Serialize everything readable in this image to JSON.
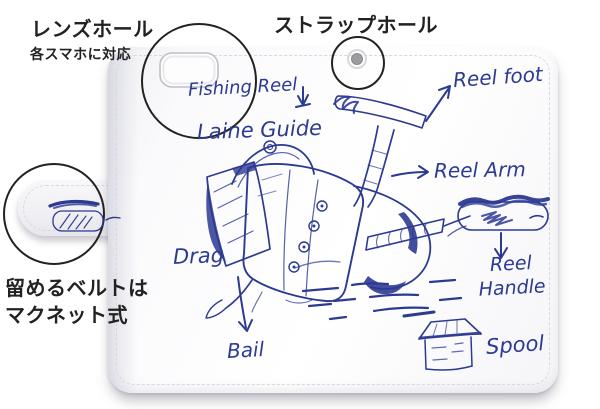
{
  "product_annotations": {
    "lens_hole_title": "レンズホール",
    "lens_hole_subtitle": "各スマホに対応",
    "strap_hole_title": "ストラップホール",
    "belt_note_line1": "留めるベルトは",
    "belt_note_line2": "マクネット式"
  },
  "sketch_labels": {
    "title": "Fishing Reel",
    "line_guide": "Laine Guide",
    "reel_foot": "Reel foot",
    "reel_arm": "Reel Arm",
    "reel_handle": "Reel\nHandle",
    "drag": "Drag",
    "bail": "Bail",
    "spool": "Spool"
  },
  "colors": {
    "ink": "#2c3a92",
    "annotation": "#222222",
    "case_surface": "#fbfbfd",
    "background": "#ffffff"
  }
}
